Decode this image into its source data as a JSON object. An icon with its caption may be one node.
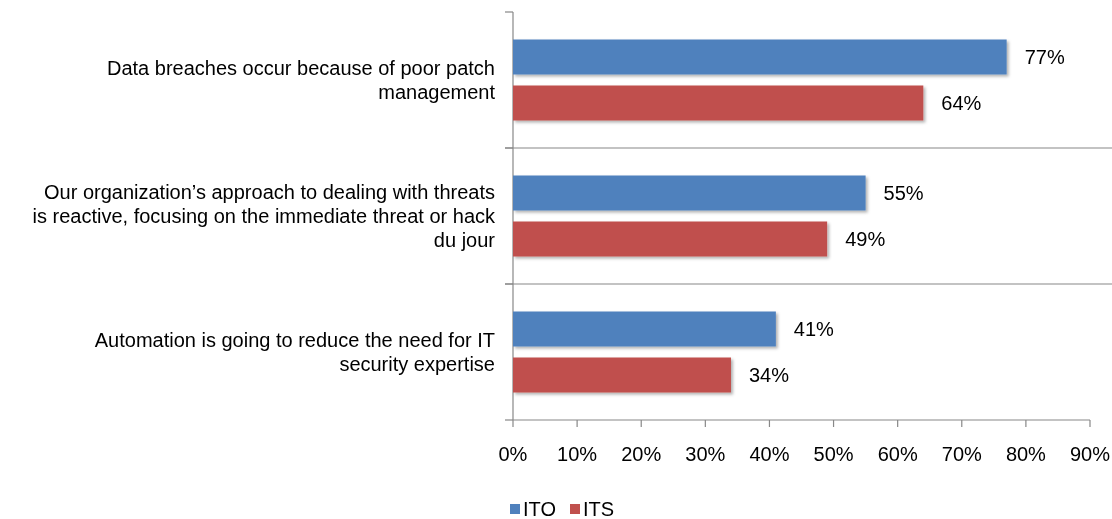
{
  "diagram": {
    "chart_data": {
      "type": "bar",
      "orientation": "horizontal",
      "legend": "bottom",
      "categories": [
        "Data breaches occur because of poor patch management",
        "Our organization’s approach to dealing with threats is reactive, focusing on the immediate threat or hack du jour",
        "Automation is going to reduce the need for IT security expertise"
      ],
      "series": [
        {
          "name": "ITO",
          "color": "#4f81bd",
          "values": [
            77,
            55,
            41
          ]
        },
        {
          "name": "ITS",
          "color": "#c0504d",
          "values": [
            64,
            49,
            34
          ]
        }
      ],
      "value_labels": [
        [
          "77%",
          "55%",
          "41%"
        ],
        [
          "64%",
          "49%",
          "34%"
        ]
      ],
      "xlim": [
        0,
        90
      ],
      "xticks": [
        {
          "value": 0,
          "label": "0%"
        },
        {
          "value": 10,
          "label": "10%"
        },
        {
          "value": 20,
          "label": "20%"
        },
        {
          "value": 30,
          "label": "30%"
        },
        {
          "value": 40,
          "label": "40%"
        },
        {
          "value": 50,
          "label": "50%"
        },
        {
          "value": 60,
          "label": "60%"
        },
        {
          "value": 70,
          "label": "70%"
        },
        {
          "value": 80,
          "label": "80%"
        },
        {
          "value": 90,
          "label": "90%"
        }
      ]
    }
  }
}
